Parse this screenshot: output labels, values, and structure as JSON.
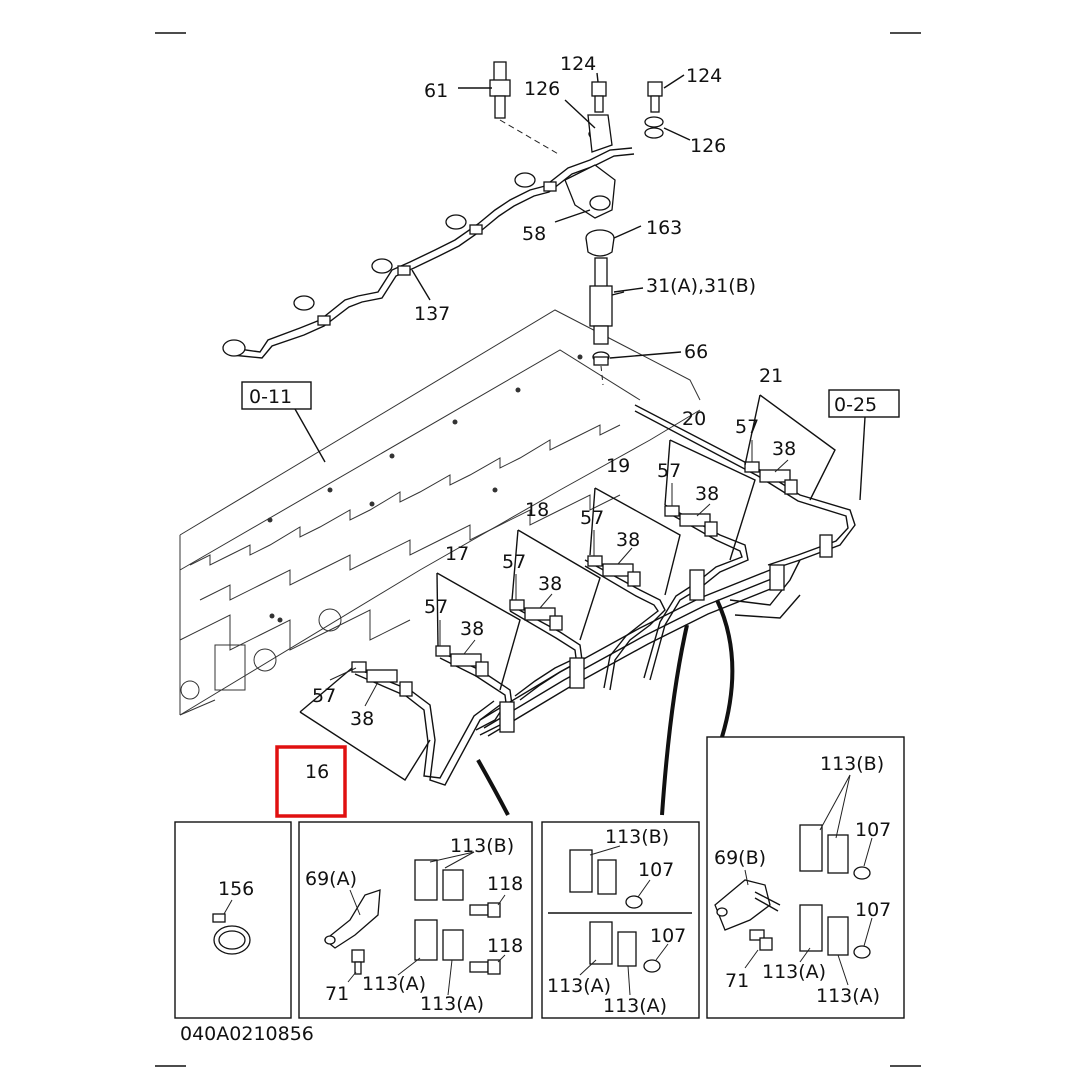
{
  "drawing_code": "040A0210856",
  "ref_boxes": {
    "engine_ref": "0-11",
    "pump_ref": "0-25"
  },
  "callouts": {
    "p61": "61",
    "p124a": "124",
    "p124b": "124",
    "p126a": "126",
    "p126b": "126",
    "p58": "58",
    "p163": "163",
    "p31": "31(A),31(B)",
    "p137": "137",
    "p66": "66",
    "p21": "21",
    "p20": "20",
    "p19": "19",
    "p18": "18",
    "p17": "17",
    "p16": "16",
    "p57": "57",
    "p38": "38"
  },
  "detail_panels": {
    "panel1": {
      "p156": "156"
    },
    "panel2": {
      "p113b": "113(B)",
      "p69a": "69(A)",
      "p118a": "118",
      "p118b": "118",
      "p71": "71",
      "p113a1": "113(A)",
      "p113a2": "113(A)"
    },
    "panel3": {
      "p113b": "113(B)",
      "p107a": "107",
      "p107b": "107",
      "p113a1": "113(A)",
      "p113a2": "113(A)"
    },
    "panel4": {
      "p113b": "113(B)",
      "p107a": "107",
      "p69b": "69(B)",
      "p107b": "107",
      "p71": "71",
      "p113a1": "113(A)",
      "p113a2": "113(A)"
    }
  },
  "highlight_color": "#e01010"
}
